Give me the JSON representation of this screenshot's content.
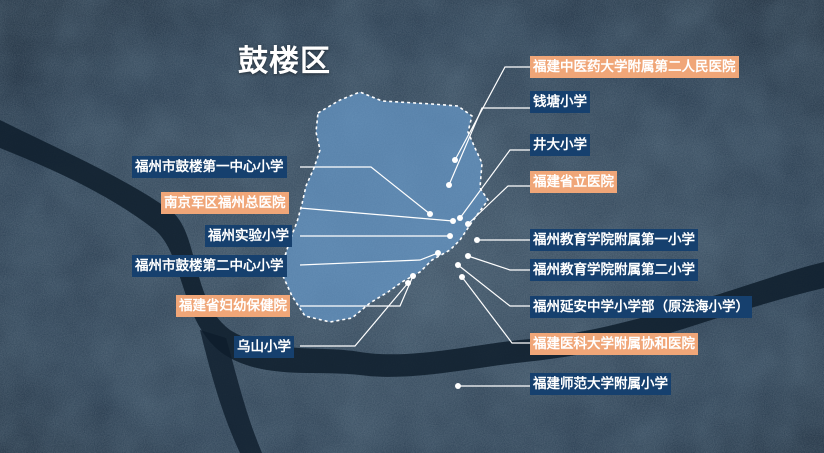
{
  "map": {
    "title": "鼓楼区",
    "colors": {
      "school_label": "#16406e",
      "hospital_label": "#f0a678",
      "district_fill": "#6aa2d6",
      "leader_line": "#ffffff"
    },
    "labels": [
      {
        "name": "label-fujian-tcm-hospital-2",
        "text": "福建中医药大学附属第二人民医院",
        "kind": "hospital"
      },
      {
        "name": "label-qiantang-school",
        "text": "钱塘小学",
        "kind": "school"
      },
      {
        "name": "label-jingda-school",
        "text": "井大小学",
        "kind": "school"
      },
      {
        "name": "label-fujian-provincial-hospital",
        "text": "福建省立医院",
        "kind": "hospital"
      },
      {
        "name": "label-education-college-school-1",
        "text": "福州教育学院附属第一小学",
        "kind": "school"
      },
      {
        "name": "label-education-college-school-2",
        "text": "福州教育学院附属第二小学",
        "kind": "school"
      },
      {
        "name": "label-yanan-middle-school",
        "text": "福州延安中学小学部（原法海小学）",
        "kind": "school"
      },
      {
        "name": "label-union-hospital",
        "text": "福建医科大学附属协和医院",
        "kind": "hospital"
      },
      {
        "name": "label-normal-university-school",
        "text": "福建师范大学附属小学",
        "kind": "school"
      },
      {
        "name": "label-gulou-central-school-1",
        "text": "福州市鼓楼第一中心小学",
        "kind": "school"
      },
      {
        "name": "label-nanjing-military-hospital",
        "text": "南京军区福州总医院",
        "kind": "hospital"
      },
      {
        "name": "label-experimental-school",
        "text": "福州实验小学",
        "kind": "school"
      },
      {
        "name": "label-gulou-central-school-2",
        "text": "福州市鼓楼第二中心小学",
        "kind": "school"
      },
      {
        "name": "label-maternal-child-hospital",
        "text": "福建省妇幼保健院",
        "kind": "hospital"
      },
      {
        "name": "label-wushan-school",
        "text": "乌山小学",
        "kind": "school"
      }
    ]
  }
}
